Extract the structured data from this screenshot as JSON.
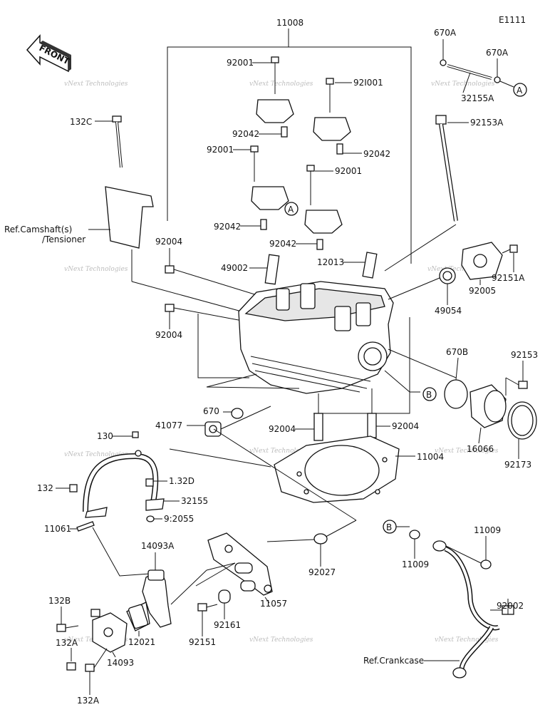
{
  "diagram_code": "E1111",
  "front_label": "FRONT",
  "watermark": "vNext Technologies",
  "refs": {
    "camshaft_line1": "Ref.Camshaft(s)",
    "camshaft_line2": "/Tensioner",
    "crankcase": "Ref.Crankcase"
  },
  "callouts": {
    "a": "A",
    "b": "B"
  },
  "labels": {
    "l11008": "11008",
    "l670a_1": "670A",
    "l670a_2": "670A",
    "l32155a": "32155A",
    "l92001_1": "92001",
    "l92001_2": "92I001",
    "l92001_3": "92001",
    "l92001_4": "92001",
    "l92042_1": "92042",
    "l92042_2": "92042",
    "l92042_3": "92042",
    "l92042_4": "92042",
    "l132c": "132C",
    "l92153a": "92153A",
    "l92004_1": "92004",
    "l92004_2": "92004",
    "l92004_3": "92004",
    "l92004_4": "92004",
    "l49002": "49002",
    "l12013": "12013",
    "l92151a": "92151A",
    "l49054": "49054",
    "l92005": "92005",
    "l670b": "670B",
    "l92153": "92153",
    "l670": "670",
    "l41077": "41077",
    "l11004": "11004",
    "l16066": "16066",
    "l92173": "92173",
    "l130": "130",
    "l132d": "1.32D",
    "l132": "132",
    "l32155": "32155",
    "l92055": "9:2055",
    "l11061": "11061",
    "l14093a": "14093A",
    "l92027": "92027",
    "l11009_1": "11009",
    "l11009_2": "11009",
    "l92002": "92002",
    "l132b": "132B",
    "l132a_1": "132A",
    "l132a_2": "132A",
    "l12021": "12021",
    "l14093": "14093",
    "l92151": "92151",
    "l92161": "92161",
    "l11057": "11057"
  }
}
